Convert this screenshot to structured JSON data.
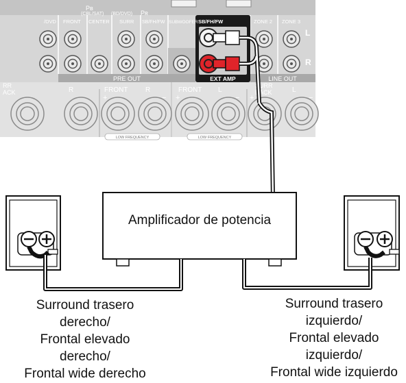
{
  "panel": {
    "top_labels": [
      "Pʙ",
      "(CBL/SAT)",
      "(BD/DVD)",
      "Pʀ"
    ],
    "column_labels": [
      "/DVD",
      "FRONT",
      "CENTER",
      "SURR",
      "SB/FH/FW",
      "SUBWOOFER",
      "SB/FH/FW",
      "ZONE 2",
      "ZONE 3"
    ],
    "side_labels": [
      "L",
      "R"
    ],
    "pre_out_label": "PRE OUT",
    "ext_amp_label": "EXT AMP",
    "line_out_label": "LINE OUT",
    "speaker_labels": [
      "RR",
      "ACK",
      "R",
      "FRONT",
      "R",
      "FRONT",
      "L",
      "SURR",
      "BACK",
      "L"
    ],
    "low_frequency_label": "LOW FREQUENCY",
    "plus_minus": [
      "+",
      "−"
    ]
  },
  "amplifier": {
    "label": "Amplificador de potencia"
  },
  "speaker_right": {
    "caption": [
      "Surround trasero",
      "izquierdo/",
      "Frontal elevado",
      "izquierdo/",
      "Frontal wide izquierdo"
    ]
  },
  "speaker_left": {
    "caption": [
      "Surround trasero",
      "derecho/",
      "Frontal elevado",
      "derecho/",
      "Frontal wide derecho"
    ]
  },
  "colors": {
    "panel_bg": "#cfcfcf",
    "panel_dark": "#9a9a9a",
    "ext_amp_bg": "#1a1a1a",
    "rca_red": "#e0242a",
    "line": "#000000"
  }
}
